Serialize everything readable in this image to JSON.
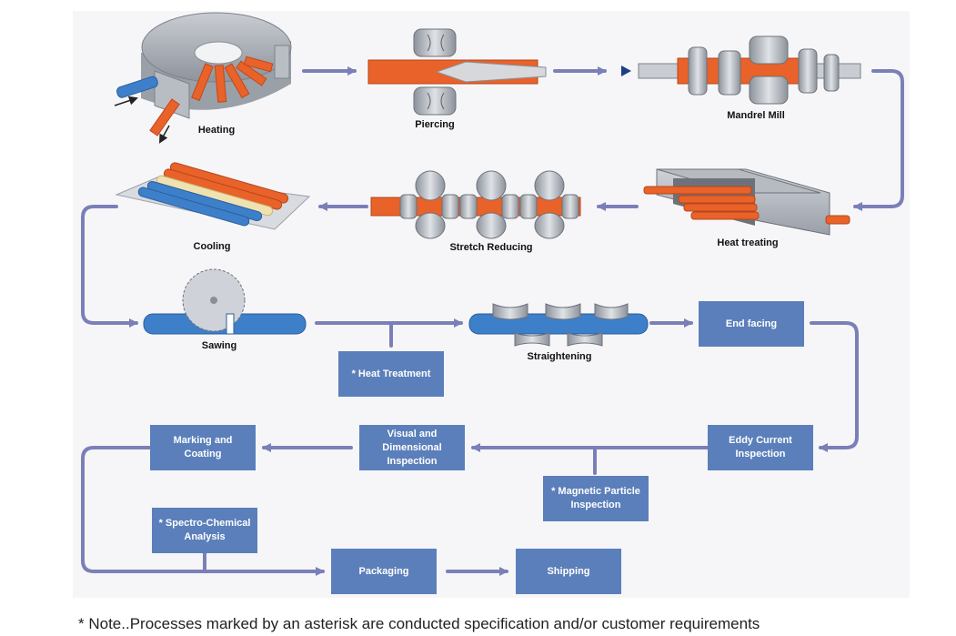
{
  "stages": {
    "heating": "Heating",
    "piercing": "Piercing",
    "mandrel_mill": "Mandrel Mill",
    "heat_treating": "Heat treating",
    "stretch_reducing": "Stretch Reducing",
    "cooling": "Cooling",
    "sawing": "Sawing",
    "straightening": "Straightening"
  },
  "boxes": {
    "heat_treatment": "* Heat Treatment",
    "end_facing": "End facing",
    "eddy_current": [
      "Eddy Current",
      "Inspection"
    ],
    "visual_dimensional": [
      "Visual and",
      "Dimensional",
      "Inspection"
    ],
    "magnetic_particle": [
      "* Magnetic Particle",
      "Inspection"
    ],
    "marking_coating": [
      "Marking and",
      "Coating"
    ],
    "spectro_chemical": [
      "* Spectro-Chemical",
      "Analysis"
    ],
    "packaging": "Packaging",
    "shipping": "Shipping"
  },
  "note": "* Note..Processes marked by an asterisk are conducted specification and/or customer requirements",
  "colors": {
    "box_fill": "#5b7fba",
    "arrow": "#7b7fb8",
    "hot_pipe": "#e8622a",
    "cool_pipe": "#3e7fc9",
    "roller": "#a9aeb6"
  }
}
